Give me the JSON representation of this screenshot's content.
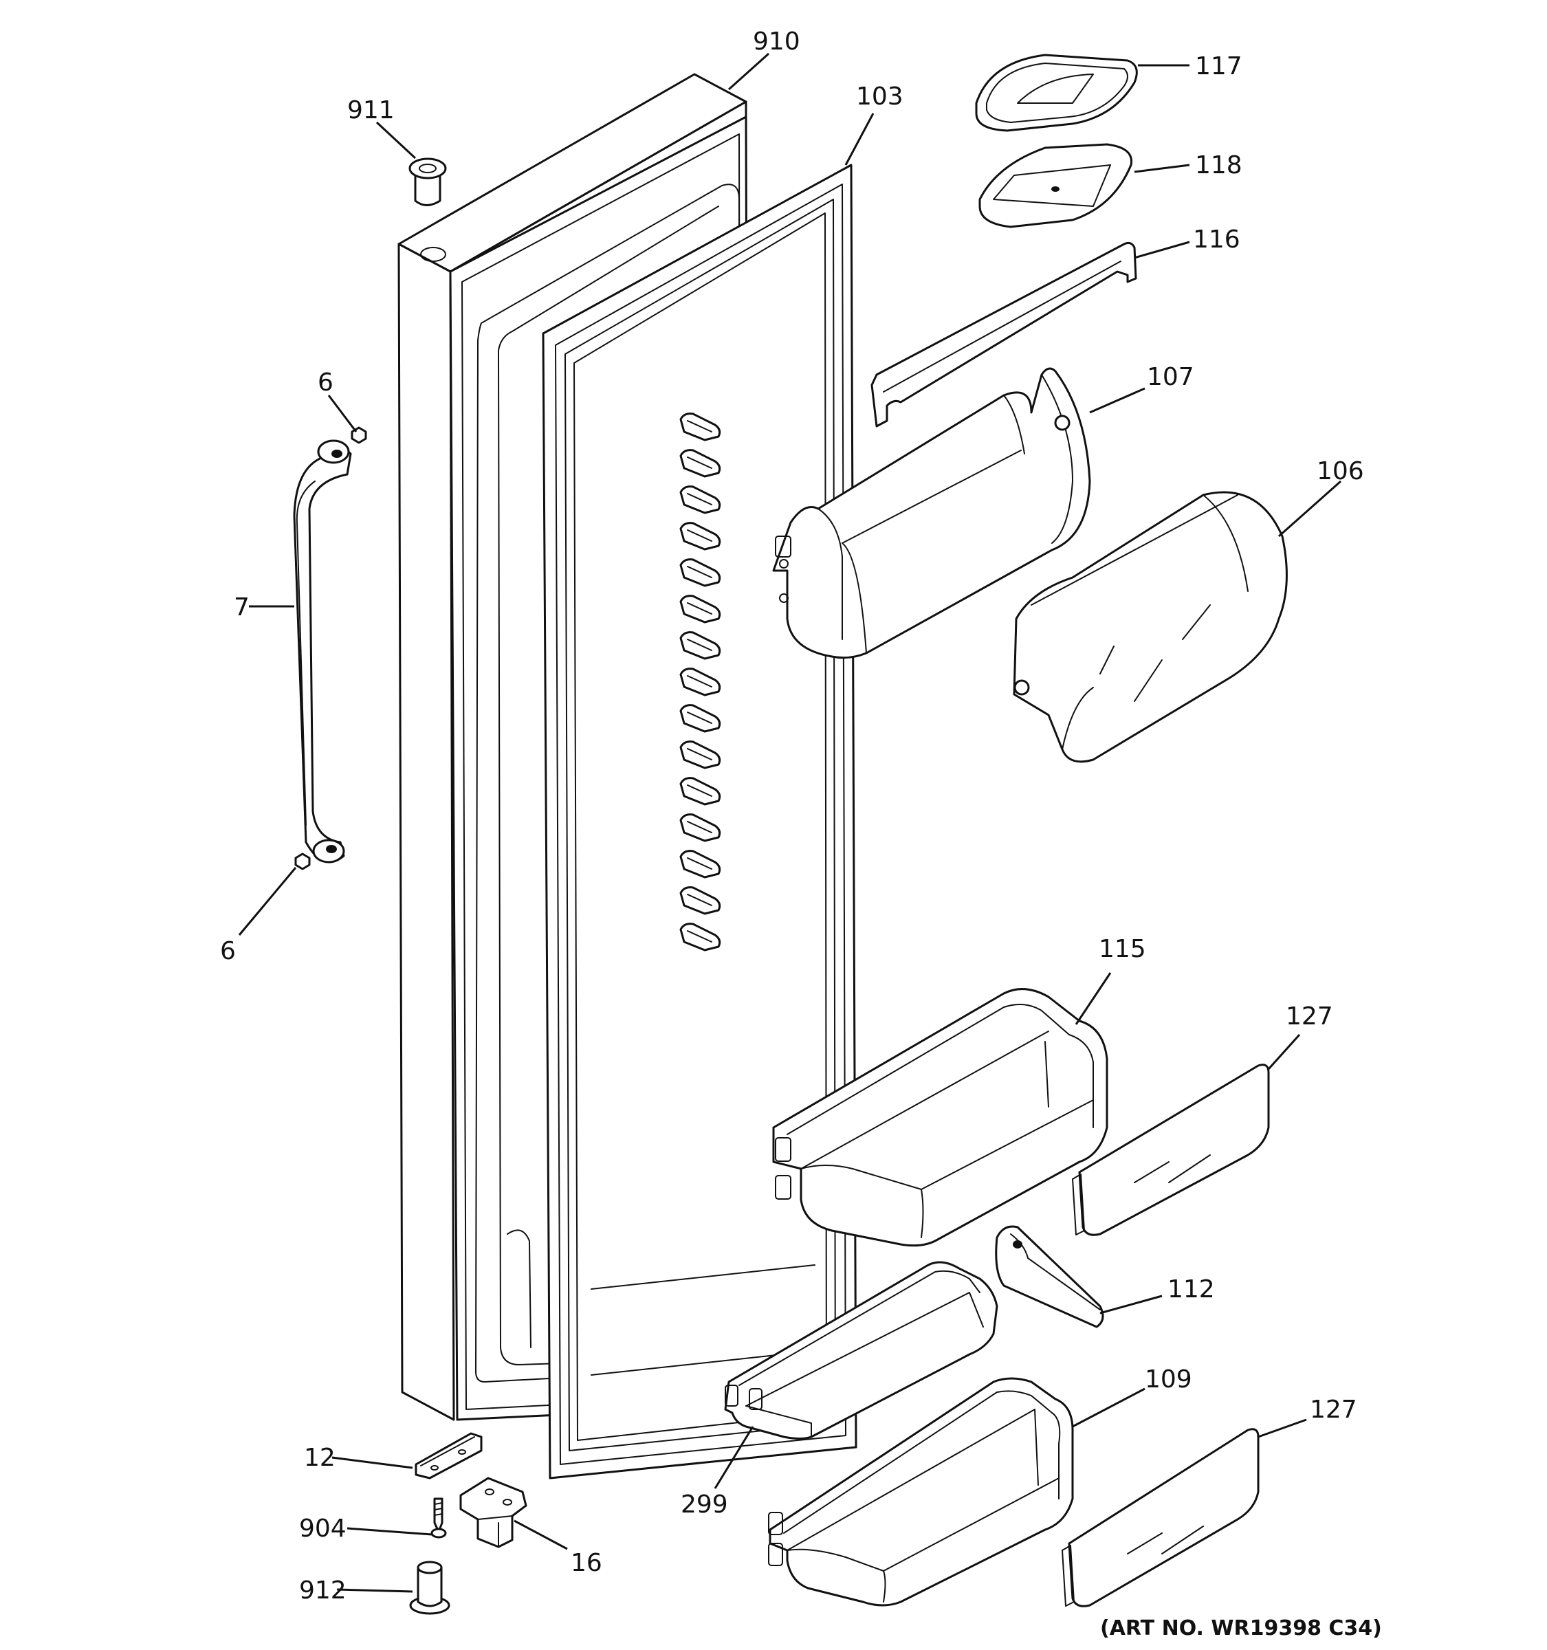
{
  "callouts": {
    "c911": "911",
    "c910": "910",
    "c103": "103",
    "c117": "117",
    "c118": "118",
    "c116": "116",
    "c107": "107",
    "c106": "106",
    "c6_top": "6",
    "c7": "7",
    "c6_bottom": "6",
    "c115": "115",
    "c127_top": "127",
    "c112": "112",
    "c109": "109",
    "c127_bottom": "127",
    "c12": "12",
    "c904": "904",
    "c912": "912",
    "c16": "16",
    "c299": "299"
  },
  "art_number": "(ART NO. WR19398 C34)"
}
